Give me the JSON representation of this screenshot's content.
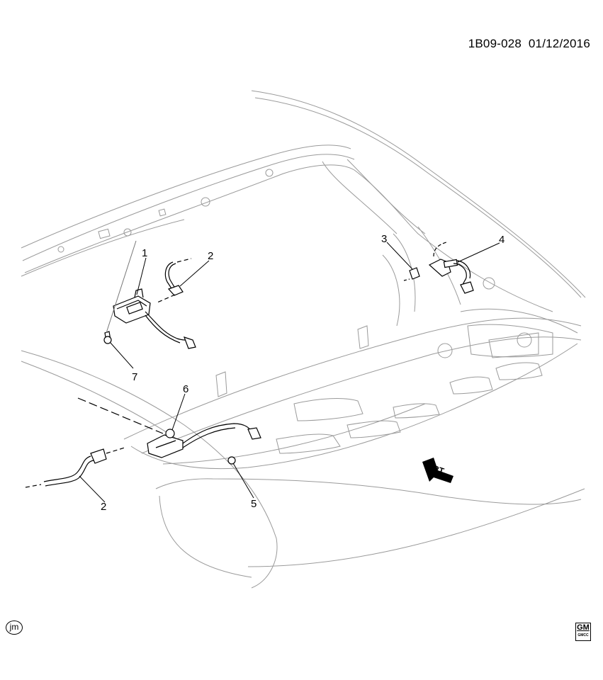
{
  "header": {
    "diagram_number": "1B09-028",
    "date": "01/12/2016"
  },
  "callouts": [
    {
      "id": "callout-1",
      "label": "1"
    },
    {
      "id": "callout-2-upper",
      "label": "2"
    },
    {
      "id": "callout-3",
      "label": "3"
    },
    {
      "id": "callout-4",
      "label": "4"
    },
    {
      "id": "callout-5",
      "label": "5"
    },
    {
      "id": "callout-6",
      "label": "6"
    },
    {
      "id": "callout-7",
      "label": "7"
    },
    {
      "id": "callout-2-lower",
      "label": "2"
    }
  ],
  "front_indicator": {
    "label": "FRT",
    "icon": "front-arrow-icon"
  },
  "illustrator_mark": "jm",
  "logo": {
    "brand": "GM",
    "sub": "GMCC",
    "icon": "gm-logo-icon"
  },
  "colors": {
    "line": "#000000",
    "light_line": "#9a9a9a",
    "background": "#ffffff"
  }
}
